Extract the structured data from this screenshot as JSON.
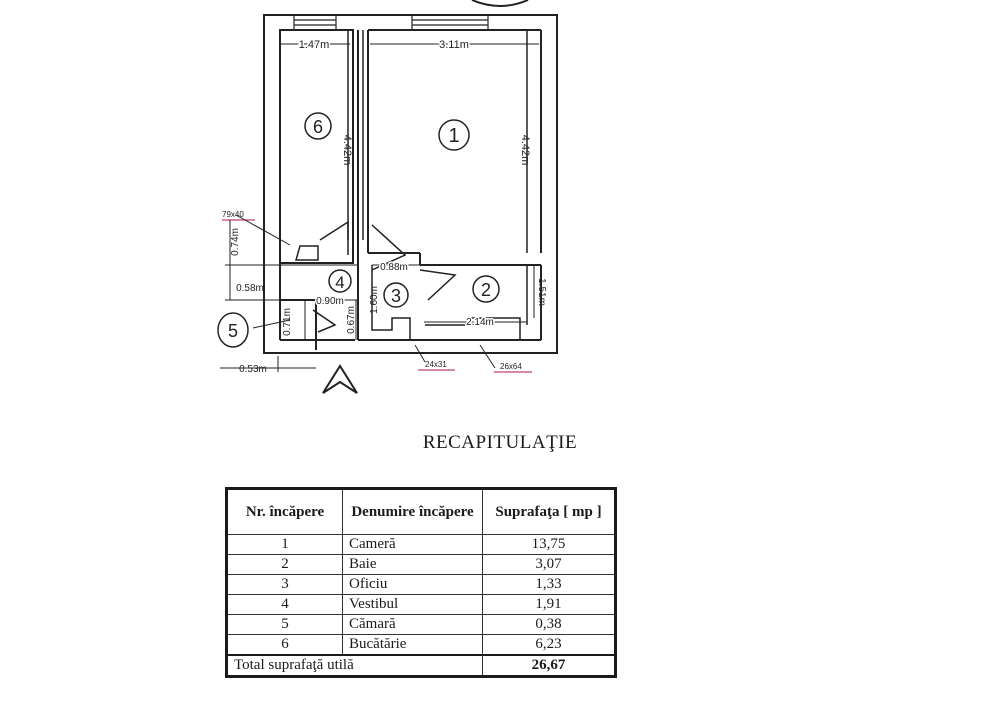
{
  "plan": {
    "room_numbers": [
      "1",
      "2",
      "3",
      "4",
      "5",
      "6"
    ],
    "dimensions": {
      "kitchen_width": "1.47m",
      "room_width": "3.11m",
      "kitchen_length": "4.42m",
      "room_length": "4.42m",
      "d_074": "0.74m",
      "d_058": "0.58m",
      "d_090": "0.90m",
      "d_071": "0.71m",
      "d_053": "0.53m",
      "d_067": "0.67m",
      "d_160": "1.60m",
      "d_088": "0.88m",
      "d_214": "2.14m",
      "d_151": "1.51m",
      "win_79x40": "79x40",
      "win_24x31": "24x31",
      "win_26x64": "26x64"
    }
  },
  "summary": {
    "title": "RECAPITULAŢIE",
    "header_nr": "Nr. încăpere",
    "header_name": "Denumire încăpere",
    "header_area": "Suprafaţa [ mp ]",
    "rows": [
      {
        "nr": "1",
        "name": "Cameră",
        "area": "13,75"
      },
      {
        "nr": "2",
        "name": "Baie",
        "area": "3,07"
      },
      {
        "nr": "3",
        "name": "Oficiu",
        "area": "1,33"
      },
      {
        "nr": "4",
        "name": "Vestibul",
        "area": "1,91"
      },
      {
        "nr": "5",
        "name": "Cămară",
        "area": "0,38"
      },
      {
        "nr": "6",
        "name": "Bucătărie",
        "area": "6,23"
      }
    ],
    "total_label": "Total suprafaţă utilă",
    "total_value": "26,67"
  }
}
